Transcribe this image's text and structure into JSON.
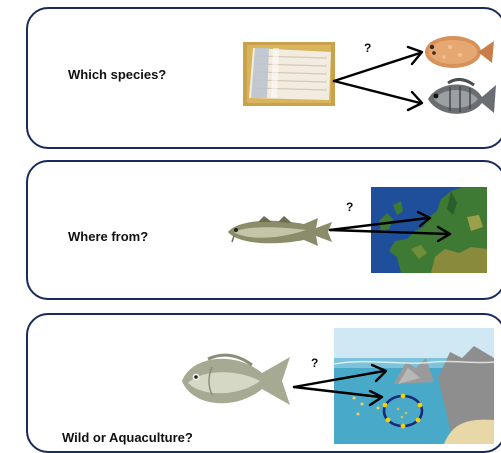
{
  "panels": [
    {
      "question": "Which species?",
      "arrow_label": "?",
      "source_icon": "fish-fillet-package-icon",
      "target_icons": [
        "flatfish-icon",
        "tilapia-icon"
      ]
    },
    {
      "question": "Where from?",
      "arrow_label": "?",
      "source_icon": "cod-fish-icon",
      "target_icons": [
        "europe-map-icon"
      ]
    },
    {
      "question": "Wild or Aquaculture?",
      "arrow_label": "?",
      "source_icon": "sea-bream-icon",
      "target_icons": [
        "coastal-scene-icon",
        "fish-farm-cage-icon"
      ]
    }
  ],
  "colors": {
    "panel_border": "#1a2a5a",
    "arrow": "#000000",
    "text": "#111111"
  }
}
